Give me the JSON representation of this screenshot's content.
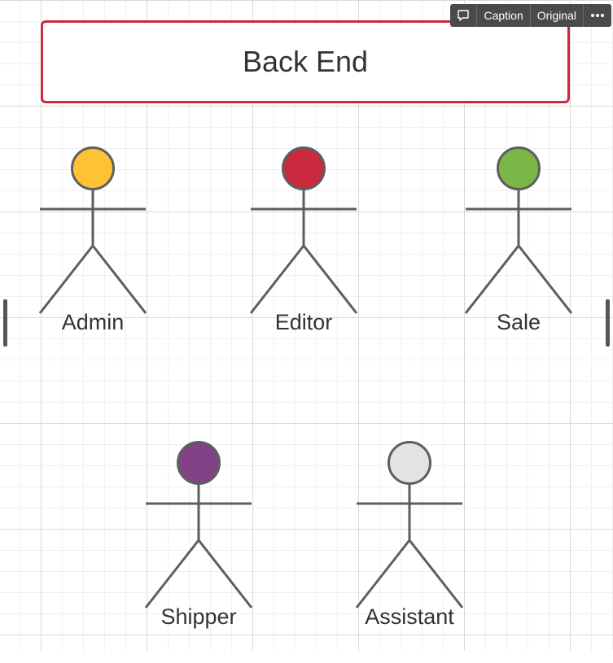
{
  "toolbar": {
    "caption_icon": "comment-icon",
    "caption_label": "Caption",
    "original_label": "Original",
    "more_icon": "more-icon"
  },
  "diagram": {
    "title": "Back End",
    "title_border_color": "#c92a3d",
    "actors": [
      {
        "label": "Admin",
        "head_color": "#ffc234"
      },
      {
        "label": "Editor",
        "head_color": "#c92a3d"
      },
      {
        "label": "Sale",
        "head_color": "#7ab648"
      },
      {
        "label": "Shipper",
        "head_color": "#834187"
      },
      {
        "label": "Assistant",
        "head_color": "#e3e3e3"
      }
    ]
  }
}
